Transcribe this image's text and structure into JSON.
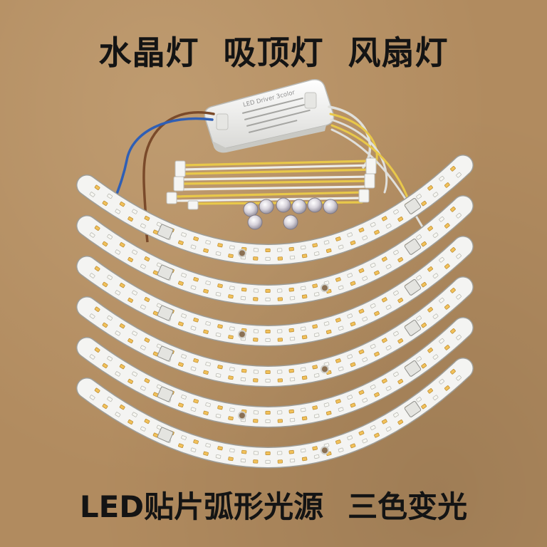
{
  "top_caption": {
    "crystal_lamp": "水晶灯",
    "ceiling_lamp": "吸顶灯",
    "fan_lamp": "风扇灯"
  },
  "driver_label": "LED Driver 3color",
  "bottom_caption": {
    "left": "LED贴片弧形光源",
    "right": "三色变光"
  },
  "colors": {
    "background": "#b18b5f",
    "board": "#f4f4f2",
    "led_warm": "#f2c15a",
    "led_cool": "#f7f7f2",
    "wire_brown": "#7a4a2a",
    "wire_blue": "#2f5fb5",
    "wire_yellow": "#e8c84a",
    "caption_text": "#141414"
  },
  "strip_count": 6,
  "lens_count": 8
}
